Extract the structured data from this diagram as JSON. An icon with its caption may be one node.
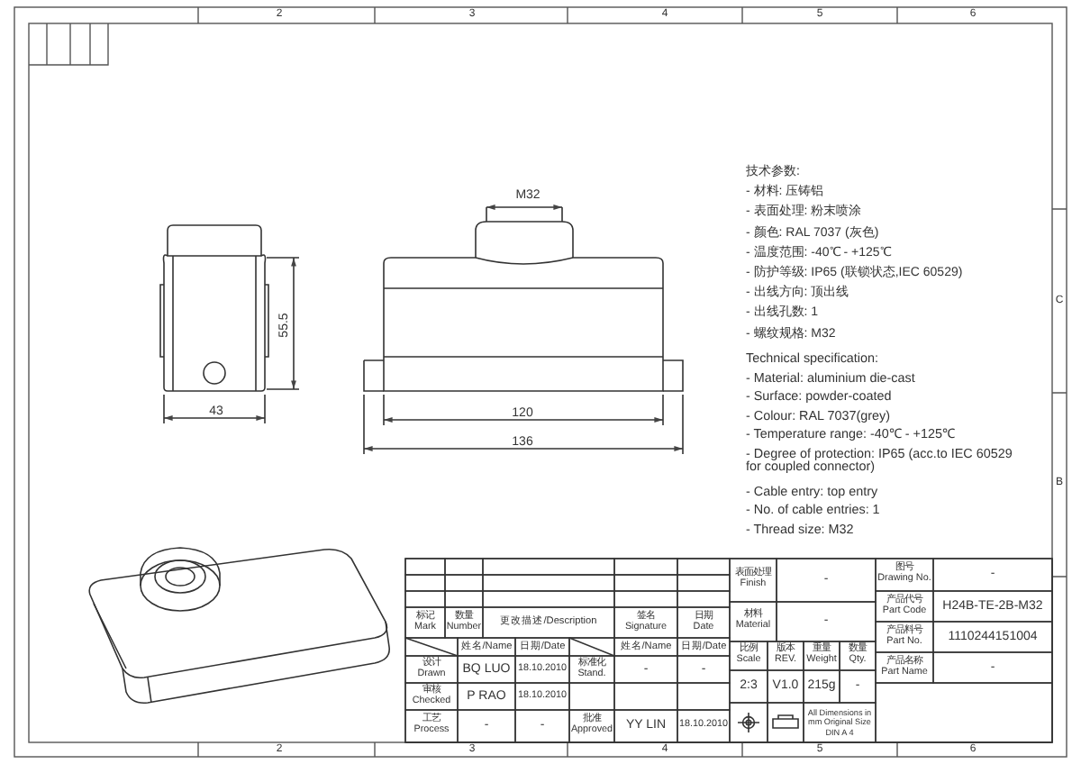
{
  "diagram": {
    "labels": [
      "2",
      "3",
      "4",
      "5",
      "6",
      "2",
      "3",
      "4",
      "5",
      "6",
      "C",
      "B",
      "M32",
      "55.5",
      "43",
      "120",
      "136",
      "技术参数:",
      "- 材料: 压铸铝",
      "- 表面处理: 粉末喷涂",
      "- 颜色: RAL 7037 (灰色)",
      "- 温度范围: -40℃ - +125℃",
      "- 防护等级: IP65 (联锁状态,IEC 60529)",
      "- 出线方向: 顶出线",
      "- 出线孔数: 1",
      "- 螺纹规格: M32",
      "Technical specification:",
      "- Material: aluminium die-cast",
      "- Surface: powder-coated",
      "- Colour: RAL 7037(grey)",
      "- Temperature range: -40℃ - +125℃",
      "- Degree of protection: IP65 (acc.to IEC 60529 for coupled connector)",
      "- Cable entry: top entry",
      "- No. of cable entries: 1",
      "- Thread size: M32",
      "表面处理 Finish",
      "-",
      "图号 Drawing No.",
      "-",
      "产品代号 Part Code",
      "H24B-TE-2B-M32",
      "材料 Material",
      "-",
      "产品料号 Part No.",
      "1110244151004",
      "标记 Mark",
      "数量 Number",
      "更改描述/Description",
      "签名 Signature",
      "日期 Date",
      "姓名/Name",
      "日期/Date",
      "姓名/Name",
      "日期/Date",
      "比例 Scale",
      "版本 REV.",
      "重量 Weight",
      "数量 Qty.",
      "产品名称 Part Name",
      "-",
      "设计 Drawn",
      "BQ LUO",
      "18.10.2010",
      "标准化 Stand.",
      "-",
      "-",
      "2:3",
      "V1.0",
      "215g",
      "-",
      "审核 Checked",
      "P RAO",
      "18.10.2010",
      "工艺 Process",
      "-",
      "-",
      "批准 Approved",
      "YY LIN",
      "18.10.2010",
      "All Dimensions in mm Original Size DIN A 4"
    ]
  }
}
